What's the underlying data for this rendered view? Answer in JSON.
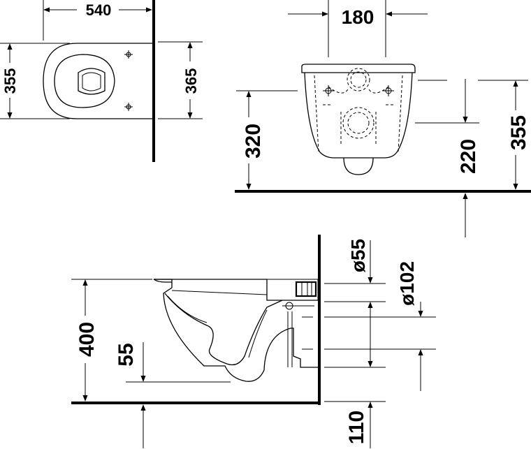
{
  "top_view": {
    "depth_label": "540",
    "width_left_label": "355",
    "width_right_label": "365"
  },
  "front_view": {
    "width_label": "180",
    "height_left_label": "320",
    "height_mid_label": "220",
    "height_right_label": "355"
  },
  "side_view": {
    "height_label": "400",
    "outlet_label": "55",
    "pipe1_label": "ø55",
    "pipe2_label": "ø102",
    "bottom_label": "110"
  },
  "colors": {
    "ink": "#000000",
    "paper": "#ffffff"
  }
}
